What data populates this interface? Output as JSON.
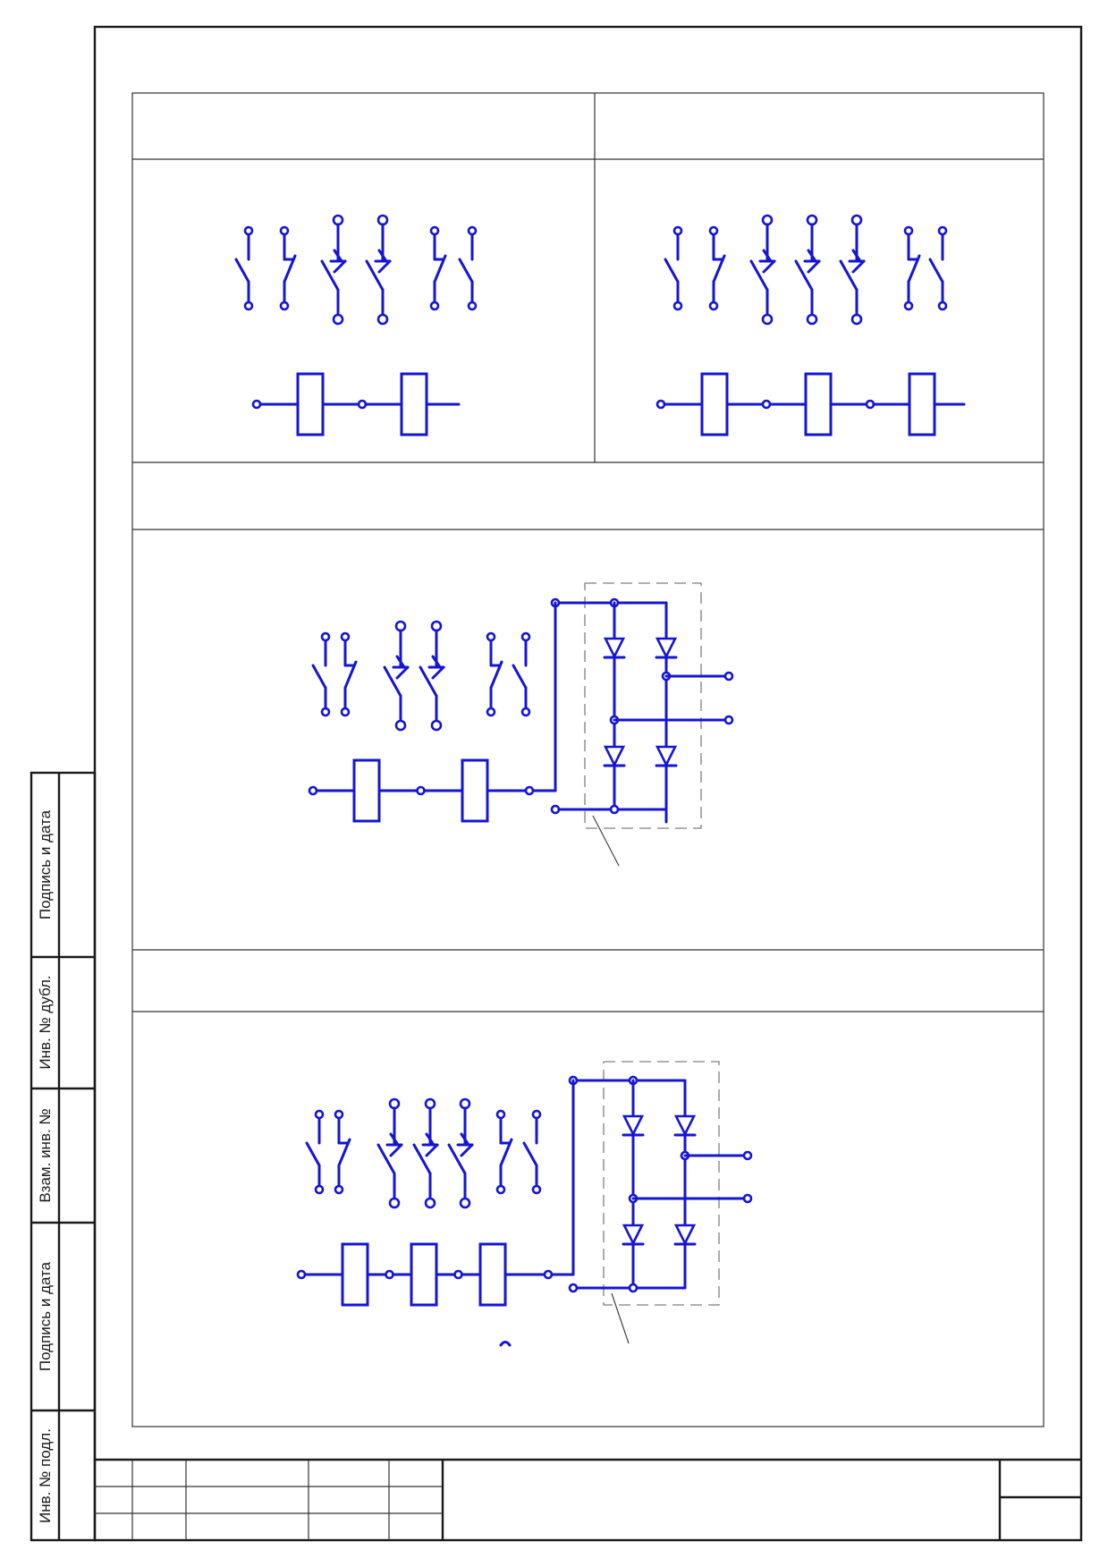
{
  "colors": {
    "schematic": "#1515d4",
    "frame": "#1a1a1a",
    "dashed_box": "#808080",
    "background": "#ffffff"
  },
  "side_labels": [
    {
      "id": "inv-podl",
      "text": "Инв. № подл."
    },
    {
      "id": "podpis-1",
      "text": "Подпись и дата"
    },
    {
      "id": "vzam-inv",
      "text": "Взам. инв. №"
    },
    {
      "id": "inv-dubl",
      "text": "Инв. № дубл."
    },
    {
      "id": "podpis-2",
      "text": "Подпись и дата"
    }
  ],
  "schemes": [
    {
      "id": "panel-a",
      "contacts": [
        "make",
        "break",
        "delayed",
        "delayed",
        "break",
        "make"
      ],
      "coils": 2,
      "bridge": false
    },
    {
      "id": "panel-b",
      "contacts": [
        "make",
        "break",
        "delayed",
        "delayed",
        "delayed",
        "break",
        "make"
      ],
      "coils": 3,
      "bridge": false
    },
    {
      "id": "panel-c",
      "contacts": [
        "make",
        "break",
        "delayed",
        "delayed",
        "break",
        "make"
      ],
      "coils": 2,
      "bridge": true
    },
    {
      "id": "panel-d",
      "contacts": [
        "make",
        "break",
        "delayed",
        "delayed",
        "delayed",
        "break",
        "make"
      ],
      "coils": 3,
      "bridge": true
    }
  ]
}
